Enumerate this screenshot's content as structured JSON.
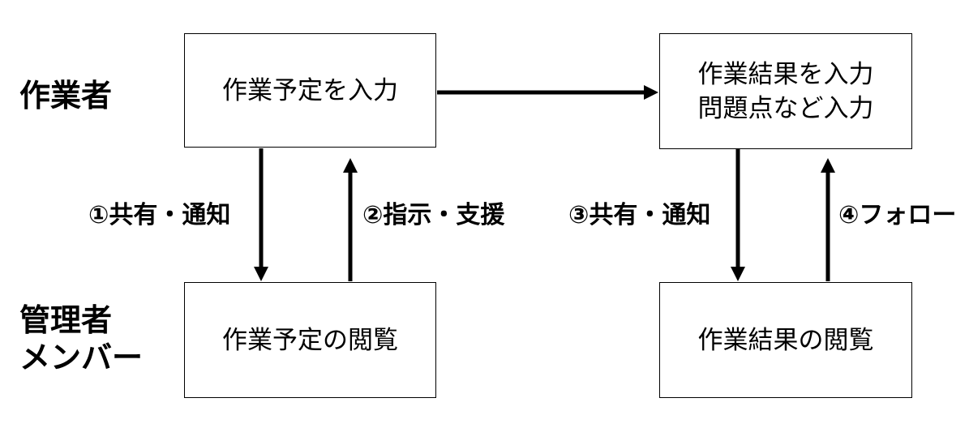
{
  "roles": {
    "worker": "作業者",
    "manager_line1": "管理者",
    "manager_line2": "メンバー"
  },
  "boxes": {
    "worker_plan": "作業予定を入力",
    "worker_result_line1": "作業結果を入力",
    "worker_result_line2": "問題点など入力",
    "manager_plan": "作業予定の閲覧",
    "manager_result": "作業結果の閲覧"
  },
  "arrows": {
    "step1": "①共有・通知",
    "step2": "②指示・支援",
    "step3": "③共有・通知",
    "step4": "④フォロー"
  }
}
